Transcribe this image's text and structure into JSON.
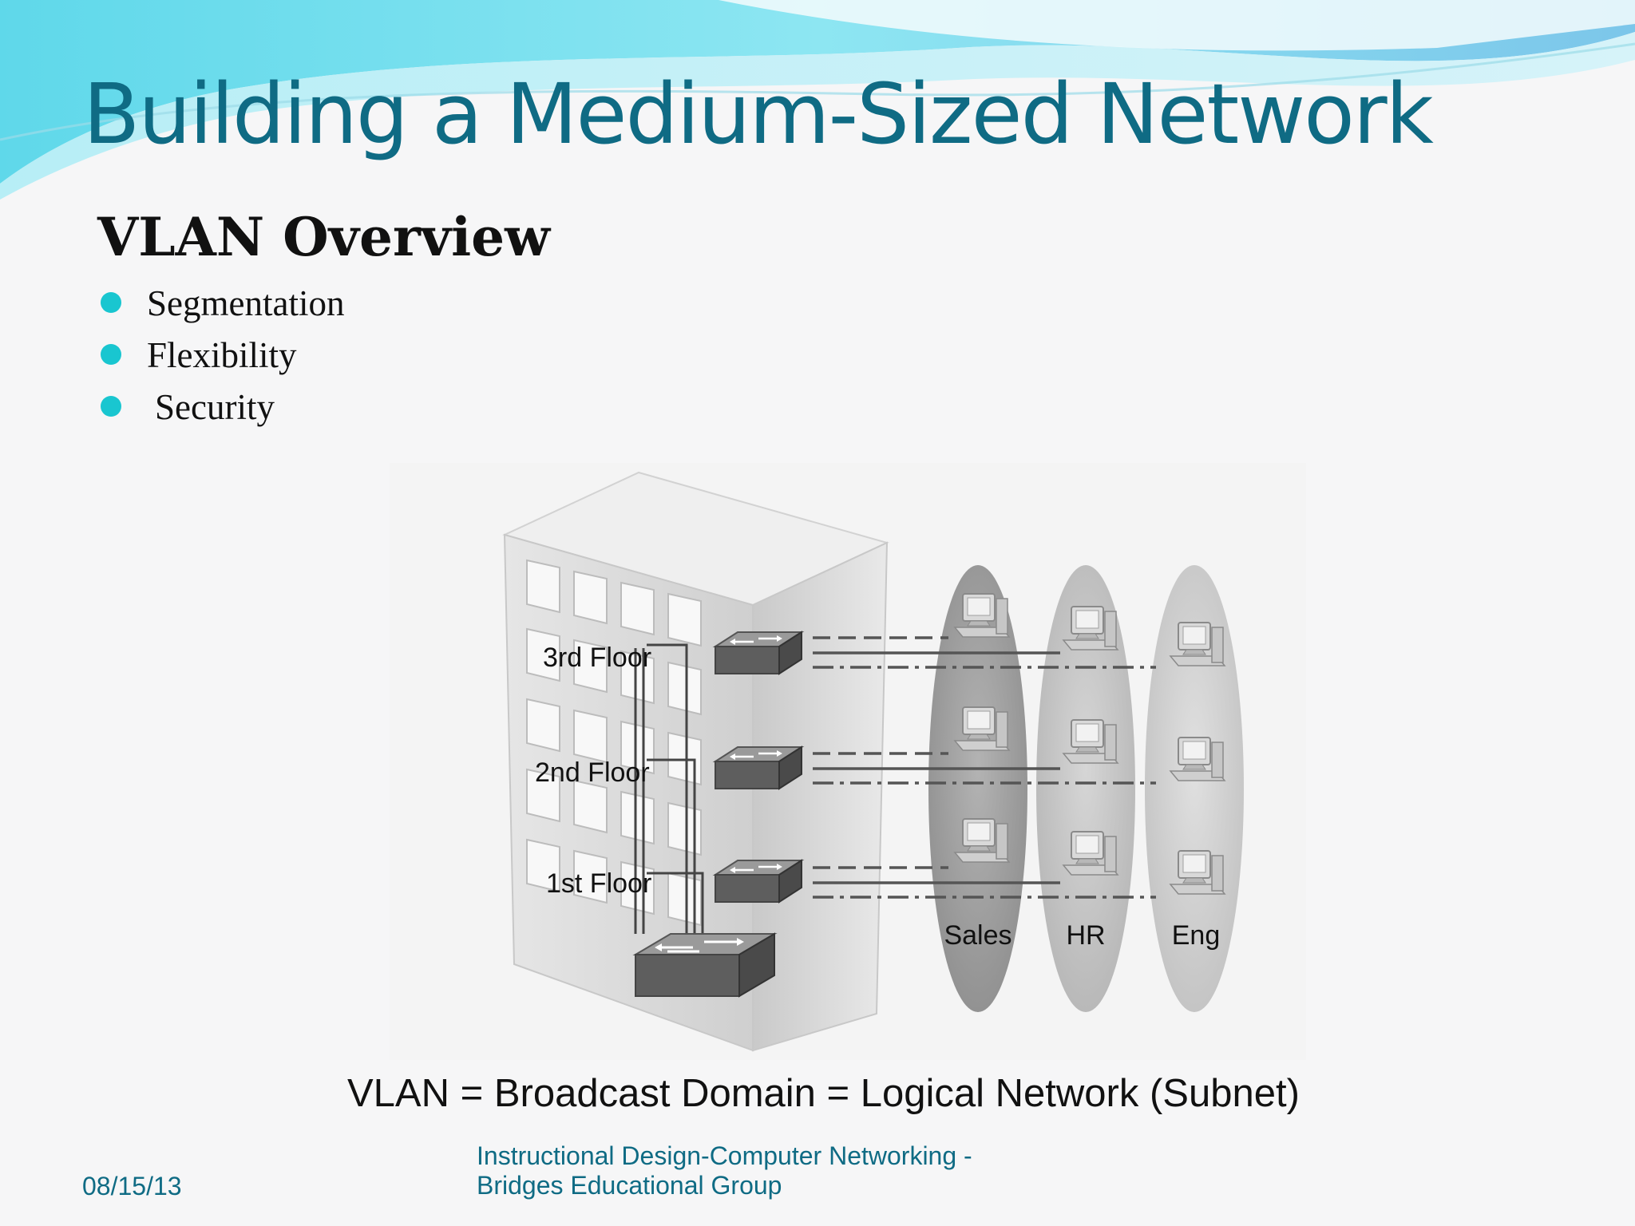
{
  "slide": {
    "title": "Building a Medium-Sized Network",
    "subtitle": "VLAN Overview",
    "bullets": [
      "Segmentation",
      "Flexibility",
      "Security"
    ],
    "caption": "VLAN = Broadcast Domain = Logical Network (Subnet)",
    "footer": {
      "date": "08/15/13",
      "org_line1": "Instructional Design-Computer Networking -",
      "org_line2": "Bridges Educational Group"
    }
  },
  "diagram": {
    "floors": [
      "3rd Floor",
      "2nd Floor",
      "1st Floor"
    ],
    "groups": [
      "Sales",
      "HR",
      "Eng"
    ]
  },
  "colors": {
    "title": "#0f6b84",
    "bullet": "#19c6d0",
    "footer": "#0f6b84"
  }
}
